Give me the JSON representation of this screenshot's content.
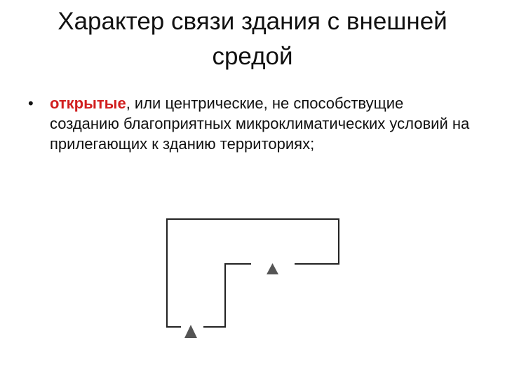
{
  "slide": {
    "title_line1": "Характер связи здания с внешней",
    "title_line2": "средой",
    "bullet": {
      "marker": "•",
      "keyword": "открытые",
      "keyword_color": "#d11f1f",
      "text": ", или центрические, не способствущие созданию благоприятных микроклиматических условий на прилегающих к зданию территориях;"
    },
    "diagram": {
      "stroke_color": "#222222",
      "marker_color": "#555555",
      "marker_icon": "triangle-up"
    }
  }
}
